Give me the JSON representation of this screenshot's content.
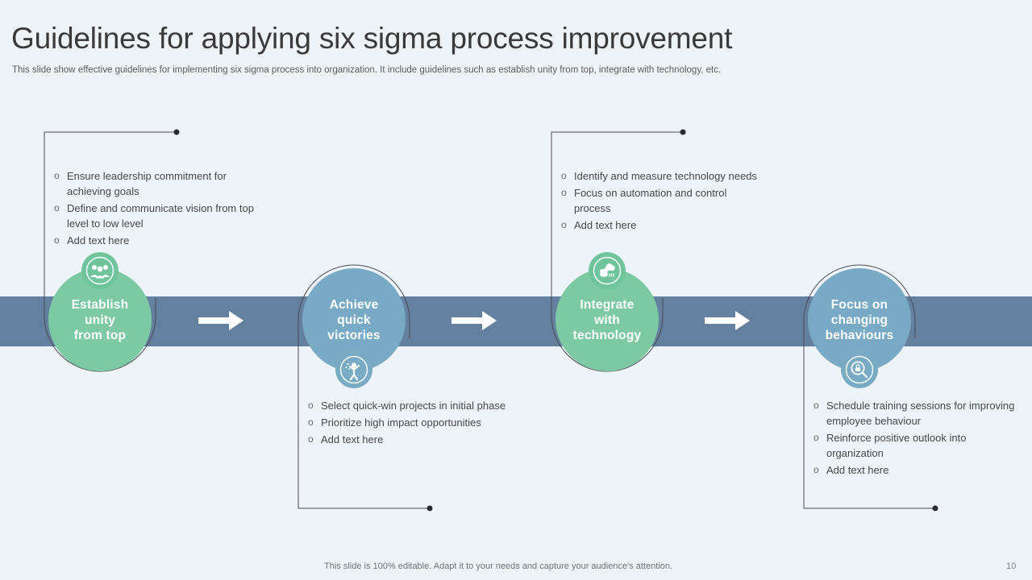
{
  "header": {
    "title": "Guidelines for applying six sigma process improvement",
    "subtitle": "This slide show effective guidelines for implementing six sigma process into organization. It include guidelines such as establish unity from top, integrate with technology, etc."
  },
  "colors": {
    "background": "#eef3f7",
    "band": "#64809f",
    "green": "#7cc9a3",
    "blue": "#78aac5",
    "connector": "#4a4a55",
    "text": "#45494c",
    "arrow": "#ffffff"
  },
  "bullet_marker": "o",
  "steps": [
    {
      "label": "Establish\nunity\nfrom top",
      "label_lines": [
        "Establish",
        "unity",
        "from top"
      ],
      "color": "green",
      "icon": "people-group-icon",
      "icon_position": "top",
      "bullets_position": "above",
      "bullets": [
        "Ensure leadership commitment for achieving goals",
        "Define and communicate vision from top level to low level",
        "Add text here"
      ]
    },
    {
      "label": "Achieve\nquick\nvictories",
      "label_lines": [
        "Achieve",
        "quick",
        "victories"
      ],
      "color": "blue",
      "icon": "celebrating-person-icon",
      "icon_position": "bottom",
      "bullets_position": "below",
      "bullets": [
        "Select quick-win projects in initial phase",
        "Prioritize high impact opportunities",
        "Add text here"
      ]
    },
    {
      "label": "Integrate\nwith\ntechnology",
      "label_lines": [
        "Integrate",
        "with",
        "technology"
      ],
      "color": "green",
      "icon": "cloud-database-icon",
      "icon_position": "top",
      "bullets_position": "above",
      "bullets": [
        "Identify and measure technology needs",
        "Focus on automation and control process",
        "Add text here"
      ]
    },
    {
      "label": "Focus on\nchanging\nbehaviours",
      "label_lines": [
        "Focus on",
        "changing",
        "behaviours"
      ],
      "color": "blue",
      "icon": "lock-search-icon",
      "icon_position": "bottom",
      "bullets_position": "below",
      "bullets": [
        "Schedule training sessions for improving employee behaviour",
        "Reinforce positive outlook into organization",
        "Add text here"
      ]
    }
  ],
  "arrows": [
    "arrow-right-icon",
    "arrow-right-icon",
    "arrow-right-icon"
  ],
  "footer": {
    "note": "This slide is 100% editable. Adapt it to your needs and capture your audience's attention.",
    "page_number": "10"
  }
}
